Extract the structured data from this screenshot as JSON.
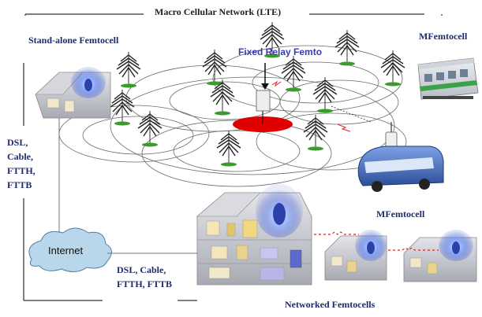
{
  "labels": {
    "macro_network": "Macro Cellular Network  (LTE)",
    "standalone_femtocell": "Stand-alone Femtocell",
    "fixed_relay_femto": "Fixed Relay Femto",
    "mfemtocell_top": "MFemtocell",
    "mfemtocell_mid": "MFemtocell",
    "backhaul_left": [
      "DSL,",
      "Cable,",
      "FTTH,",
      "FTTB"
    ],
    "backhaul_bottom_line1": "DSL, Cable,",
    "backhaul_bottom_line2": "FTTH, FTTB",
    "internet": "Internet",
    "networked_femtocells": "Networked  Femtocells"
  },
  "colors": {
    "navy_text": "#1f2a6b",
    "relay_text": "#3b3bb0",
    "relay_disc": "#e00000",
    "tower_green": "#3d9a2e",
    "femto_glow": "#3a5fd8",
    "house_gray": "#c9cbd3",
    "bus_blue": "#3f63b7",
    "cloud_blue": "#b9d7ea",
    "frame_line": "#555555"
  }
}
